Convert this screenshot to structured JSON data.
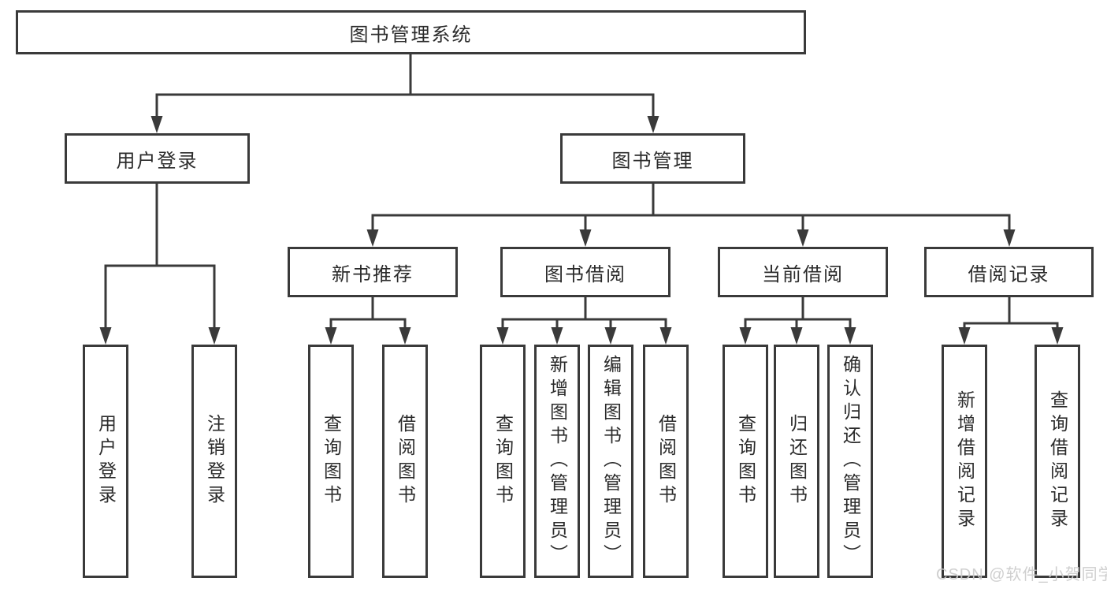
{
  "diagram": {
    "type": "hierarchy-tree",
    "tree": {
      "root": {
        "label": "图书管理系统"
      },
      "level1": [
        {
          "label": "用户登录",
          "leaves": [
            "用户登录",
            "注销登录"
          ]
        },
        {
          "label": "图书管理",
          "children": [
            {
              "label": "新书推荐",
              "leaves": [
                "查询图书",
                "借阅图书"
              ]
            },
            {
              "label": "图书借阅",
              "leaves": [
                "查询图书",
                "新增图书（管理员）",
                "编辑图书（管理员）",
                "借阅图书"
              ]
            },
            {
              "label": "当前借阅",
              "leaves": [
                "查询图书",
                "归还图书",
                "确认归还（管理员）"
              ]
            },
            {
              "label": "借阅记录",
              "leaves": [
                "新增借阅记录",
                "查询借阅记录"
              ]
            }
          ]
        }
      ]
    }
  },
  "watermark": {
    "text": "CSDN @软件_小贺同学",
    "color": "#cbcbcb"
  },
  "colors": {
    "line": "#3a3a3a",
    "border": "#3a3a3a",
    "text": "#2b2b2b",
    "background": "#ffffff"
  }
}
